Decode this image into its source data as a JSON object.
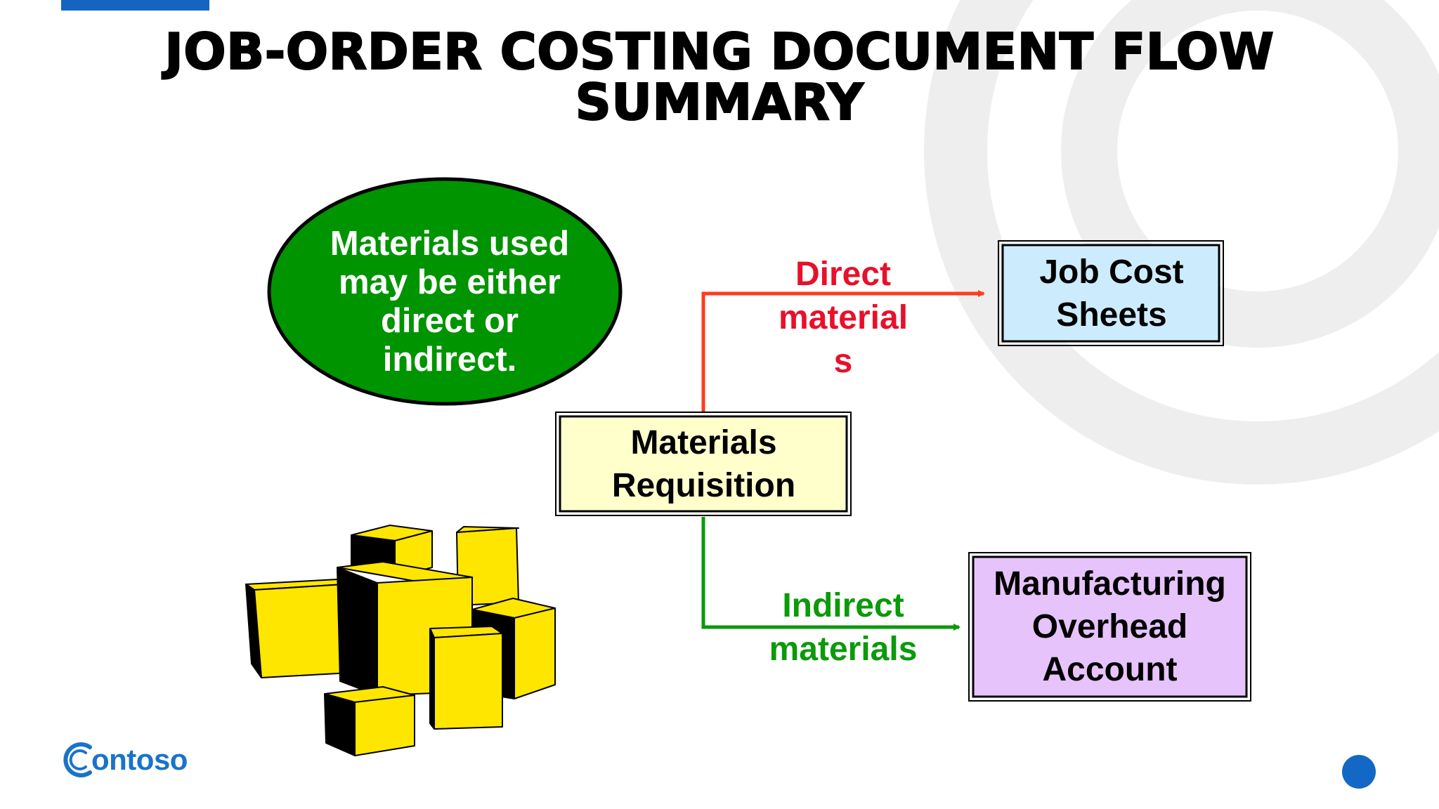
{
  "slide": {
    "title_lines": [
      "JOB-ORDER COSTING DOCUMENT FLOW",
      "SUMMARY"
    ]
  },
  "diagram": {
    "note": {
      "lines": [
        "Materials used",
        "may be either",
        "direct or",
        "indirect."
      ],
      "fill": "#009400"
    },
    "requisition": {
      "lines": [
        "Materials",
        "Requisition"
      ],
      "fill": "#ffffcc"
    },
    "job_cost_sheets": {
      "lines": [
        "Job Cost",
        "Sheets"
      ],
      "fill": "#ccecfd"
    },
    "overhead": {
      "lines": [
        "Manufacturing",
        "Overhead",
        "Account"
      ],
      "fill": "#e6c3fa"
    },
    "direct_flow": {
      "label_lines": [
        "Direct",
        "material",
        "s"
      ],
      "color": "#ff3b1e",
      "label_color": "#e8102a"
    },
    "indirect_flow": {
      "label_lines": [
        "Indirect",
        "materials"
      ],
      "color": "#0a9a0a"
    },
    "materials_icon": "yellow-boxes-icon"
  },
  "branding": {
    "logo_text": "ontoso",
    "brand_color": "#1a73c8"
  }
}
